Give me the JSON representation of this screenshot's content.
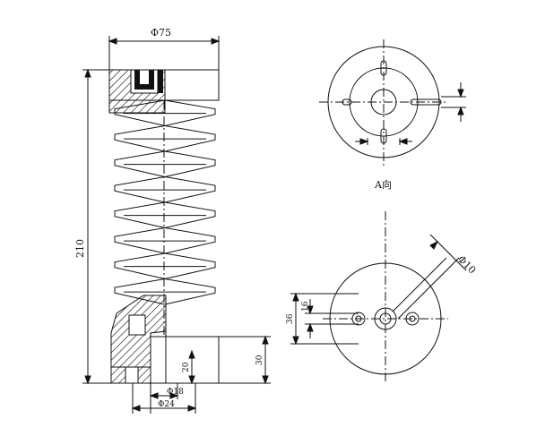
{
  "labels": {
    "phi75": "Φ75",
    "h210": "210",
    "h20": "20",
    "h30": "30",
    "phi18": "Φ18",
    "phi24": "Φ24",
    "view_a": "A向",
    "phi10": "Φ10",
    "d36": "36",
    "d16": "16"
  },
  "colors": {
    "line": "#111111",
    "hatch": "#111111",
    "paper": "#ffffff"
  }
}
